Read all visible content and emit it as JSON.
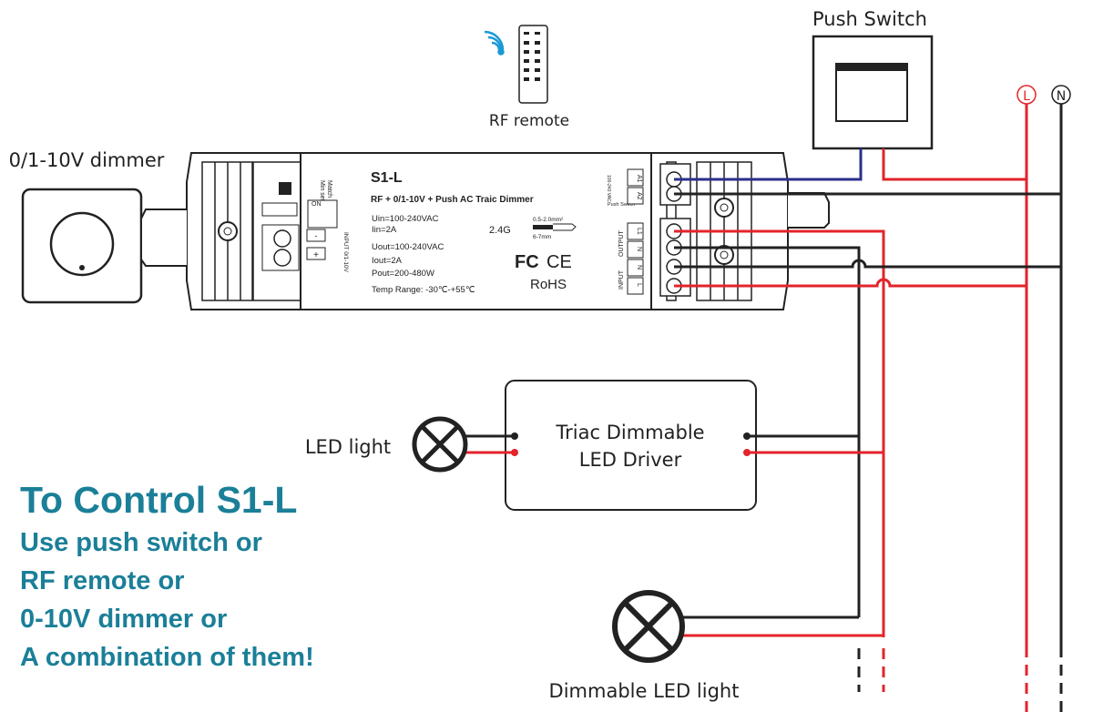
{
  "labels": {
    "push_switch": "Push Switch",
    "rf_remote": "RF remote",
    "dimmer": "0/1-10V dimmer",
    "led_light": "LED light",
    "driver_line1": "Triac Dimmable",
    "driver_line2": "LED Driver",
    "dimmable_led": "Dimmable LED light",
    "L": "L",
    "N": "N"
  },
  "device": {
    "model": "S1-L",
    "subtitle": "RF + 0/1-10V + Push AC Traic Dimmer",
    "specs": [
      "Uin=100-240VAC",
      "Iin=2A",
      "Uout=100-240VAC",
      "Iout=2A",
      "Pout=200-480W",
      "Temp Range: -30℃-+55℃"
    ],
    "rf": "2.4G",
    "wire_gauge": "0.5-2.0mm²",
    "strip_length": "6-7mm",
    "fc": "FC",
    "ce": "CE",
    "rohs": "RoHS",
    "match": "Match",
    "min_set": "Min set",
    "on": "ON",
    "input_010": "INPUT 0/1-10V",
    "minus": "-",
    "plus": "+",
    "vac": "100-240 VAC",
    "push": "Push Switch",
    "a1": "A1",
    "a2": "A2",
    "l1": "L1",
    "n_out": "N",
    "n_in": "N",
    "l_in": "L",
    "output": "OUTPUT",
    "input": "INPUT"
  },
  "promo": {
    "title": "To Control S1-L",
    "lines": [
      "Use push switch or",
      "RF remote or",
      "0-10V dimmer or",
      "A combination of them!"
    ]
  },
  "colors": {
    "live": "#e3242b",
    "neutral": "#222222",
    "switch": "#2b2f8c",
    "accent": "#1b7f98"
  }
}
